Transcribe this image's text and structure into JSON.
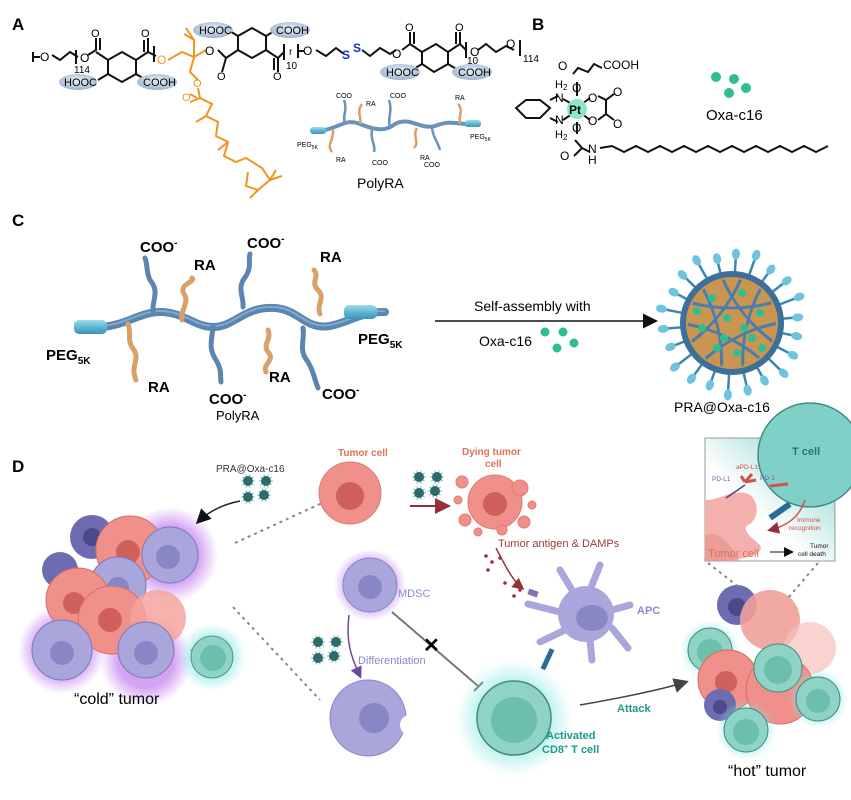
{
  "panels": {
    "a": {
      "letter": "A",
      "subscripts": {
        "peg_left": "114",
        "rep_1": "10",
        "rep_2": "10",
        "peg_right": "114",
        "r": "r"
      },
      "groups": {
        "hooc": "HOOC",
        "cooh": "COOH",
        "o": "O",
        "s": "S"
      },
      "inset": {
        "title": "PolyRA",
        "peg_label": "PEG",
        "peg_sub": "5K",
        "ra": "RA",
        "coo": "COO",
        "coo_charge": "-"
      }
    },
    "b": {
      "letter": "B",
      "atoms": {
        "pt": "Pt",
        "n": "N",
        "h2": "H",
        "h2_sub": "2",
        "o": "O",
        "h": "H",
        "cooh": "COOH"
      },
      "compound_name": "Oxa-c16"
    },
    "c": {
      "letter": "C",
      "polymer_name": "PolyRA",
      "peg_label": "PEG",
      "peg_sub": "5K",
      "ra": "RA",
      "coo": "COO",
      "coo_charge": "-",
      "arrow_label": "Self-assembly with",
      "reagent": "Oxa-c16",
      "product": "PRA@Oxa-c16"
    },
    "d": {
      "letter": "D",
      "nanoparticle_label": "PRA@Oxa-c16",
      "cold_tumor": "“cold” tumor",
      "hot_tumor": "“hot” tumor",
      "tumor_cell": "Tumor cell",
      "dying_tumor_cell_line1": "Dying tumor",
      "dying_tumor_cell_line2": "cell",
      "antigen": "Tumor antigen & DAMPs",
      "mdsc": "MDSC",
      "differentiation": "Differentiation",
      "apc": "APC",
      "tcell_line1": "Activated",
      "tcell_line2": "CD8",
      "tcell_sup": "+",
      "tcell_line2_end": " T cell",
      "attack": "Attack",
      "inset": {
        "t_cell": "T cell",
        "apdl1": "aPD-L1",
        "pdl1": "PD-L1",
        "pd1": "PD-1",
        "immune_line1": "Immune",
        "immune_line2": "recognition",
        "tumor_cell": "Tumor cell",
        "death_line1": "Tumor",
        "death_line2": "cell death"
      }
    }
  },
  "colors": {
    "ra_orange": "#f0961e",
    "backbone_blue": "#5b86b0",
    "peg_cyan": "#6ec4dc",
    "oxa_green": "#2ec08c",
    "tumor_red": "#f0908a",
    "mdsc_purple": "#a9a6dc",
    "tcell_teal": "#8fd3c6",
    "label_tumor": "#d9735a",
    "label_antigen": "#9b3a3a",
    "label_purple": "#8f87d4",
    "label_teal": "#1f9a8a",
    "disulfide_blue": "#1a2fbf",
    "ellipse": "#b8c8dc"
  }
}
